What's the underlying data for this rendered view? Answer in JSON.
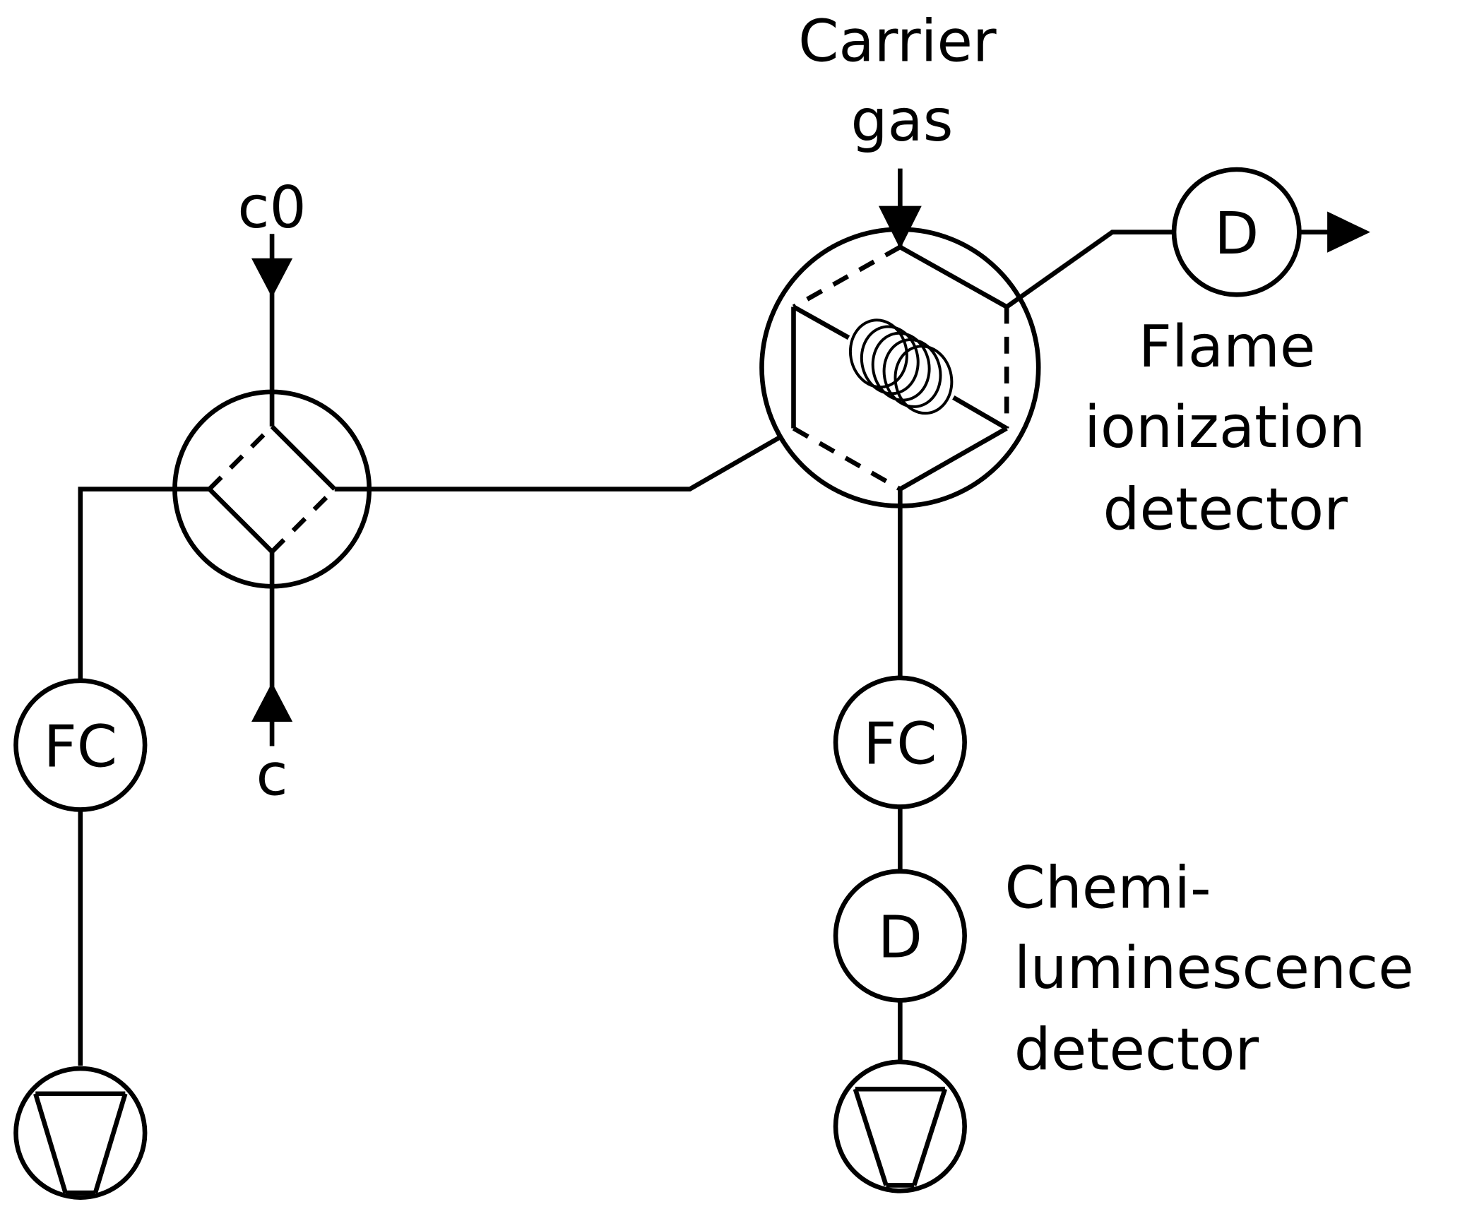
{
  "diagram": {
    "labels": {
      "carrier_gas_line1": "Carrier",
      "carrier_gas_line2": "gas",
      "c0": "c0",
      "c": "c",
      "fid_line1": "Flame",
      "fid_line2": "ionization",
      "fid_line3": "detector",
      "cld_line1": "Chemi-",
      "cld_line2": "luminescence",
      "cld_line3": "detector"
    },
    "symbols": {
      "flow_controller_left": "FC",
      "flow_controller_right": "FC",
      "detector_fid": "D",
      "detector_cld": "D"
    },
    "components": [
      {
        "name": "four-port valve",
        "symbol": "valve"
      },
      {
        "name": "six-port valve with sample loop",
        "symbol": "valve-loop"
      },
      {
        "name": "flow controller (left)",
        "symbol": "FC"
      },
      {
        "name": "flow controller (right)",
        "symbol": "FC"
      },
      {
        "name": "flame ionization detector",
        "symbol": "D"
      },
      {
        "name": "chemiluminescence detector",
        "symbol": "D"
      },
      {
        "name": "pump (left)",
        "symbol": "pump"
      },
      {
        "name": "pump (right)",
        "symbol": "pump"
      }
    ],
    "colors": {
      "stroke": "#000000",
      "background": "#ffffff"
    }
  }
}
